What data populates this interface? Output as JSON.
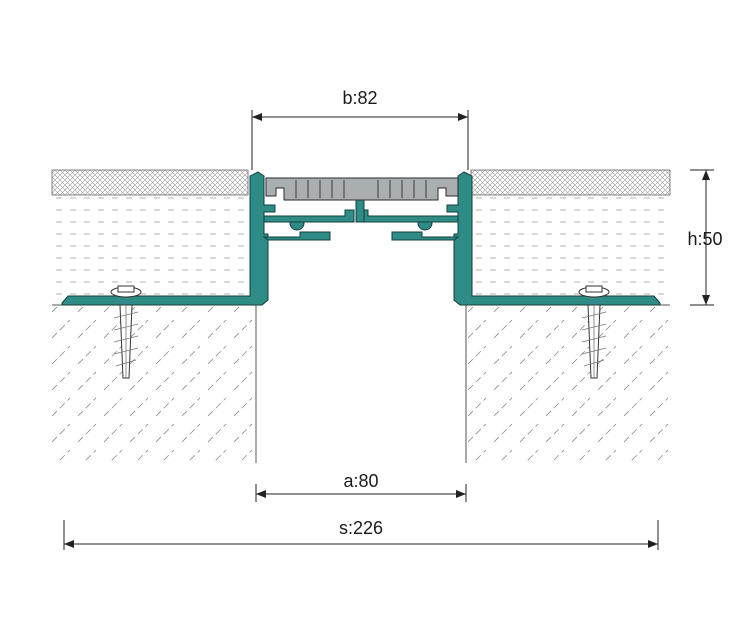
{
  "dimensions": {
    "b": "b:82",
    "h": "h:50",
    "a": "a:80",
    "s": "s:226"
  },
  "colors": {
    "profile": "#2e8b86",
    "insert": "#a9aeb0",
    "hatch": "#888888"
  }
}
